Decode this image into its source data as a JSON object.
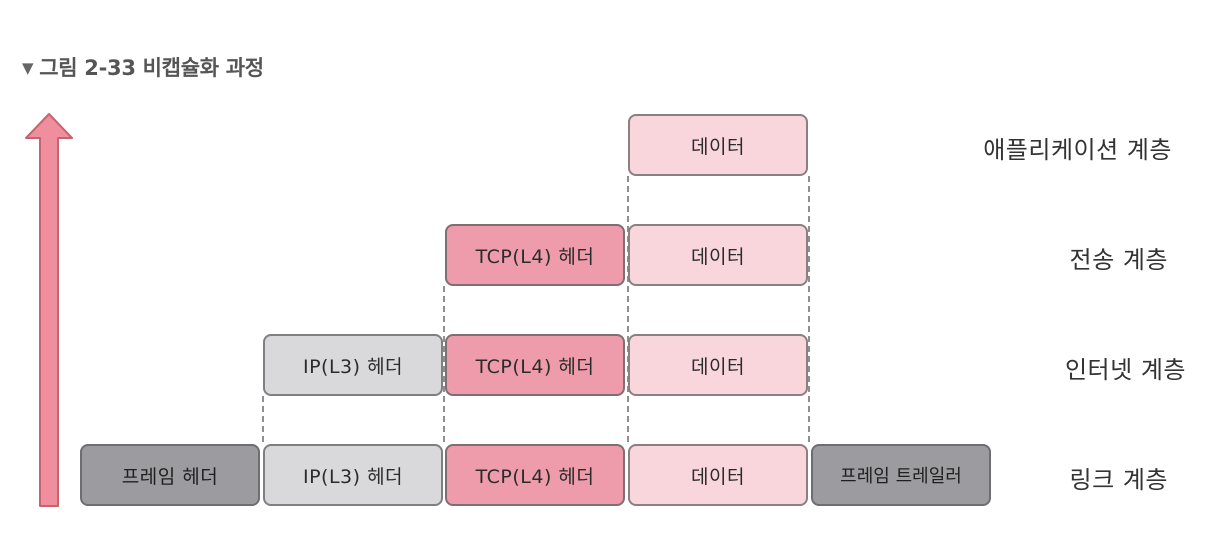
{
  "caption": {
    "marker": "▼",
    "text": "그림 2-33 비캡슐화 과정"
  },
  "colors": {
    "data": "#f8d6dc",
    "tcp_header": "#ee9cab",
    "ip_header": "#d9d9db",
    "frame": "#9c9ca0",
    "arrow": "#ef8f9e"
  },
  "layers": {
    "application": {
      "label": "애플리케이션 계층",
      "data": "데이터"
    },
    "transport": {
      "label": "전송 계층",
      "tcp": "TCP(L4) 헤더",
      "data": "데이터"
    },
    "internet": {
      "label": "인터넷 계층",
      "ip": "IP(L3) 헤더",
      "tcp": "TCP(L4) 헤더",
      "data": "데이터"
    },
    "link": {
      "label": "링크 계층",
      "frame_header": "프레임 헤더",
      "ip": "IP(L3) 헤더",
      "tcp": "TCP(L4) 헤더",
      "data": "데이터",
      "frame_trailer": "프레임 트레일러"
    }
  }
}
